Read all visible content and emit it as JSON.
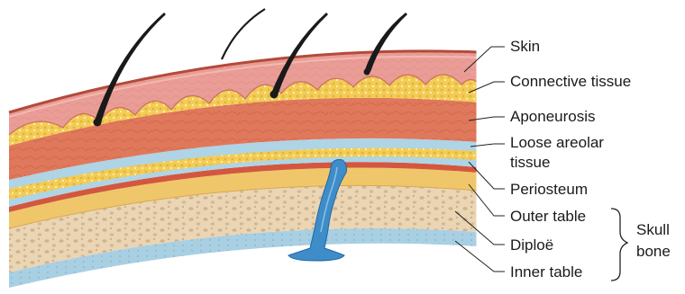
{
  "labels": {
    "skin": "Skin",
    "connective": "Connective tissue",
    "aponeurosis": "Aponeurosis",
    "loose_line1": "Loose areolar",
    "loose_line2": "tissue",
    "periosteum": "Periosteum",
    "outer_table": "Outer table",
    "diploe": "Diploë",
    "inner_table": "Inner table",
    "skull_line1": "Skull",
    "skull_line2": "bone"
  },
  "colors": {
    "skin": "#ea9d96",
    "connective": "#f3cc55",
    "aponeurosis": "#e0785b",
    "loose_areolar": "#aed4e6",
    "periosteum_line": "#d3573f",
    "outer_table": "#efc76a",
    "diploe": "#ead5b4",
    "inner_table": "#a9cfe2",
    "emissary_vein": "#3e8dc9",
    "hair": "#1a1a1a"
  }
}
